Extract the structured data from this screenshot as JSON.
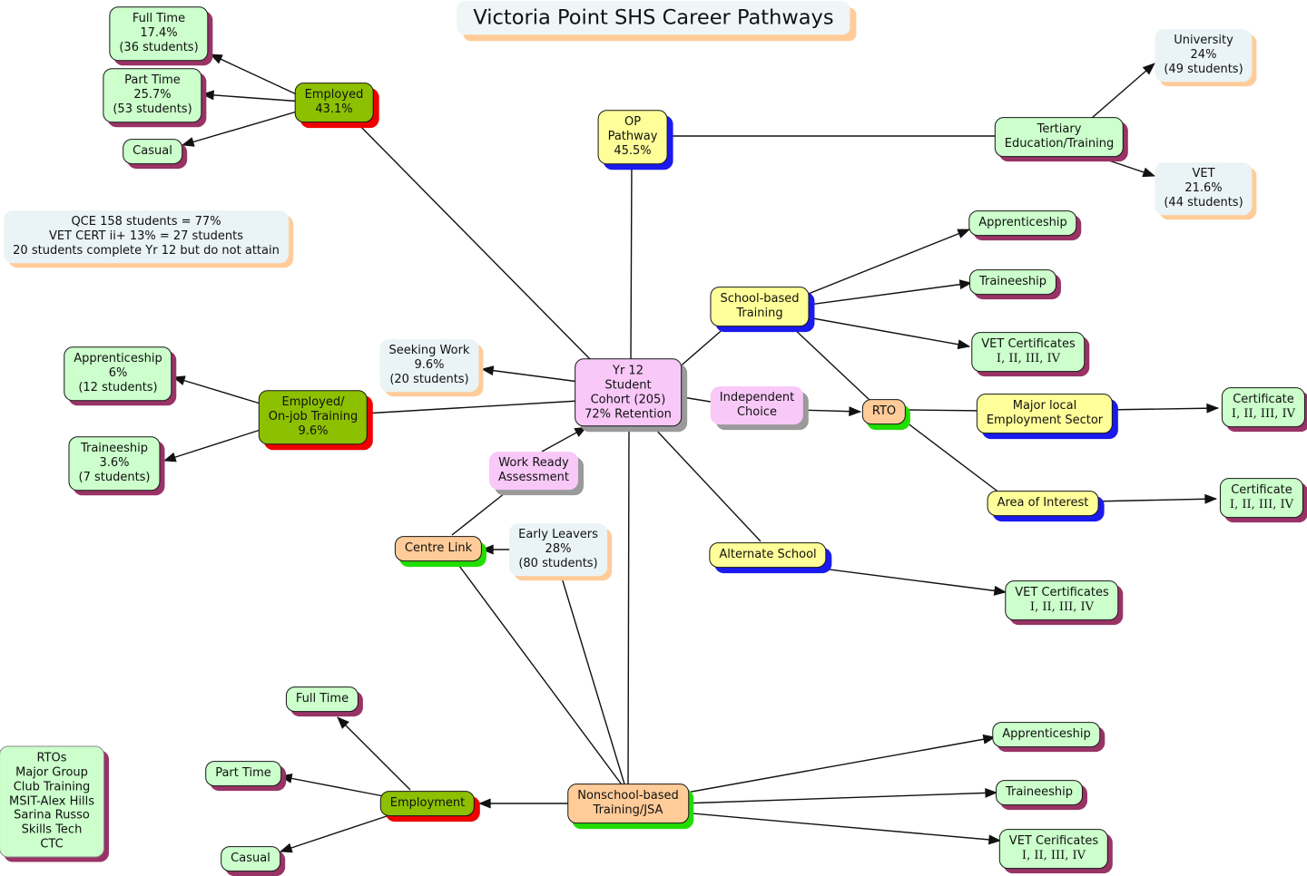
{
  "title": "Victoria Point SHS Career Pathways",
  "colors": {
    "canvas_bg": "#ffffff",
    "green_fill": "#ccffcc",
    "green_shadow": "#993366",
    "olive_fill": "#8cc000",
    "olive_shadow": "#ee0000",
    "yellow_fill": "#ffff99",
    "yellow_shadow": "#1a1aee",
    "pink_fill": "#f8c8f8",
    "pink_shadow": "#9a9a9a",
    "orange_fill": "#ffcc99",
    "orange_shadow": "#22dd00",
    "grey_fill": "#eaf3f5",
    "grey_shadow": "#ffcc99",
    "edge": "#111111"
  },
  "nodes": {
    "full_time_top": {
      "lines": [
        "Full Time",
        "17.4%",
        "(36 students)"
      ]
    },
    "part_time_top": {
      "lines": [
        "Part Time",
        "25.7%",
        "(53 students)"
      ]
    },
    "casual_top": {
      "lines": [
        "Casual"
      ]
    },
    "employed": {
      "lines": [
        "Employed",
        "43.1%"
      ]
    },
    "qce_summary": {
      "lines": [
        "QCE 158 students = 77%",
        "VET CERT ii+ 13% = 27 students",
        "20 students complete Yr 12 but do not attain"
      ]
    },
    "op_pathway": {
      "lines": [
        "OP",
        "Pathway",
        "45.5%"
      ]
    },
    "tertiary": {
      "lines": [
        "Tertiary",
        "Education/Training"
      ]
    },
    "university": {
      "lines": [
        "University",
        "24%",
        "(49 students)"
      ]
    },
    "vet_tertiary": {
      "lines": [
        "VET",
        "21.6%",
        "(44 students)"
      ]
    },
    "apprenticeship_sbt": {
      "lines": [
        "Apprenticeship"
      ]
    },
    "traineeship_sbt": {
      "lines": [
        "Traineeship"
      ]
    },
    "vet_certs_sbt": {
      "lines": [
        "VET Certificates",
        "I, II, III, IV"
      ]
    },
    "school_based": {
      "lines": [
        "School-based",
        "Training"
      ]
    },
    "yr12": {
      "lines": [
        "Yr 12",
        "Student",
        "Cohort (205)",
        "72% Retention"
      ]
    },
    "independent_choice": {
      "lines": [
        "Independent",
        "Choice"
      ]
    },
    "rto": {
      "lines": [
        "RTO"
      ]
    },
    "major_local": {
      "lines": [
        "Major local",
        "Employment Sector"
      ]
    },
    "certificate_major": {
      "lines": [
        "Certificate",
        "I, II, III, IV"
      ]
    },
    "area_of_interest": {
      "lines": [
        "Area of Interest"
      ]
    },
    "certificate_area": {
      "lines": [
        "Certificate",
        "I, II, III, IV"
      ]
    },
    "seeking_work": {
      "lines": [
        "Seeking Work",
        "9.6%",
        "(20 students)"
      ]
    },
    "apprenticeship_left": {
      "lines": [
        "Apprenticeship",
        "6%",
        "(12 students)"
      ]
    },
    "employed_onjob": {
      "lines": [
        "Employed/",
        "On-job Training",
        "9.6%"
      ]
    },
    "traineeship_left": {
      "lines": [
        "Traineeship",
        "3.6%",
        "(7 students)"
      ]
    },
    "work_ready": {
      "lines": [
        "Work Ready",
        "Assessment"
      ]
    },
    "centre_link": {
      "lines": [
        "Centre Link"
      ]
    },
    "early_leavers": {
      "lines": [
        "Early Leavers",
        "28%",
        "(80 students)"
      ]
    },
    "alternate_school": {
      "lines": [
        "Alternate School"
      ]
    },
    "vet_certs_alt": {
      "lines": [
        "VET Certificates",
        "I, II, III, IV"
      ]
    },
    "rto_providers": {
      "lines": [
        "RTOs",
        "Major Group",
        "Club Training",
        "MSIT-Alex Hills",
        "Sarina Russo",
        "Skills Tech",
        "CTC"
      ]
    },
    "full_time_bottom": {
      "lines": [
        "Full Time"
      ]
    },
    "part_time_bottom": {
      "lines": [
        "Part Time"
      ]
    },
    "casual_bottom": {
      "lines": [
        "Casual"
      ]
    },
    "employment": {
      "lines": [
        "Employment"
      ]
    },
    "nonschool": {
      "lines": [
        "Nonschool-based",
        "Training/JSA"
      ]
    },
    "apprenticeship_ns": {
      "lines": [
        "Apprenticeship"
      ]
    },
    "traineeship_ns": {
      "lines": [
        "Traineeship"
      ]
    },
    "vet_cerificates_ns": {
      "lines": [
        "VET Cerificates",
        "I, II, III, IV"
      ]
    }
  }
}
